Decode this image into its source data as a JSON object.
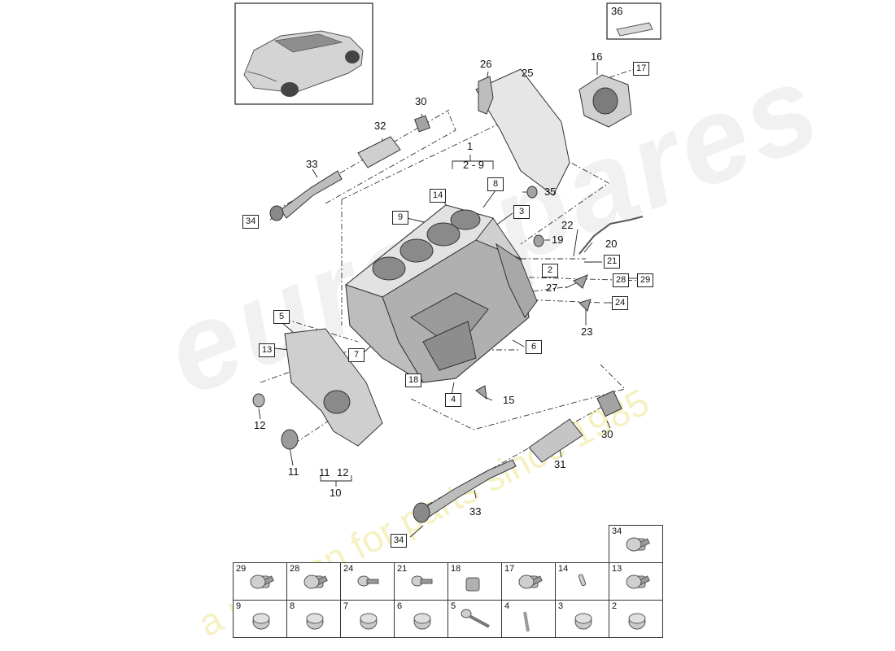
{
  "watermark": {
    "brand": "eurospares",
    "tagline": "a passion for parts since 1985"
  },
  "colors": {
    "line": "#222222",
    "part_fill": "#c9c9c9",
    "part_shade": "#8c8c8c",
    "watermark_brand": "#d7d7d7",
    "watermark_tagline": "#ebe178"
  },
  "icons": {
    "thumbnail": "car-thumbnail-icon",
    "sealant": "sealant-tube-icon"
  },
  "thumb_36": "36",
  "callouts": {
    "c1": "1",
    "c2_9": "2 - 9",
    "c10": "10",
    "c11": "11",
    "c11b": "11",
    "c12": "12",
    "c12b": "12",
    "c15": "15",
    "c16": "16",
    "c19": "19",
    "c20": "20",
    "c22": "22",
    "c23": "23",
    "c25": "25",
    "c26": "26",
    "c27": "27",
    "c30a": "30",
    "c30b": "30",
    "c31": "31",
    "c32": "32",
    "c33a": "33",
    "c33b": "33",
    "c35": "35"
  },
  "boxes": {
    "b2": "2",
    "b3": "3",
    "b4": "4",
    "b5": "5",
    "b6": "6",
    "b7": "7",
    "b8": "8",
    "b9": "9",
    "b13": "13",
    "b14": "14",
    "b17": "17",
    "b18": "18",
    "b21": "21",
    "b24": "24",
    "b28": "28",
    "b29": "29",
    "b34a": "34",
    "b34b": "34"
  },
  "hardware": [
    {
      "num": "34",
      "type": "bolt"
    },
    {
      "num": "29",
      "type": "bolt"
    },
    {
      "num": "28",
      "type": "bolt"
    },
    {
      "num": "24",
      "type": "screw"
    },
    {
      "num": "21",
      "type": "screw"
    },
    {
      "num": "18",
      "type": "sleeve"
    },
    {
      "num": "17",
      "type": "bolt"
    },
    {
      "num": "14",
      "type": "pin"
    },
    {
      "num": "13",
      "type": "bolt"
    },
    {
      "num": "9",
      "type": "plug"
    },
    {
      "num": "8",
      "type": "plug"
    },
    {
      "num": "7",
      "type": "plug"
    },
    {
      "num": "6",
      "type": "plug"
    },
    {
      "num": "5",
      "type": "long-bolt"
    },
    {
      "num": "4",
      "type": "long-pin"
    },
    {
      "num": "3",
      "type": "plug"
    },
    {
      "num": "2",
      "type": "plug"
    }
  ]
}
